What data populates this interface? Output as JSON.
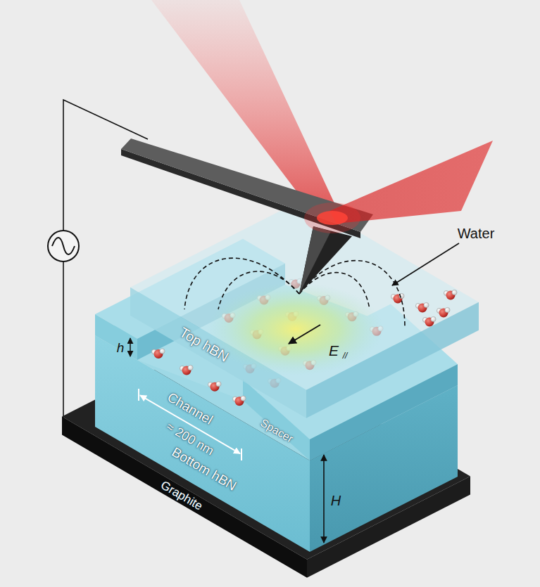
{
  "diagram": {
    "labels": [
      "Water",
      "E",
      "//",
      "Top hBN",
      "h",
      "Channel",
      "≈ 200 nm",
      "Spacer",
      "Bottom hBN",
      "H",
      "Graphite"
    ]
  }
}
